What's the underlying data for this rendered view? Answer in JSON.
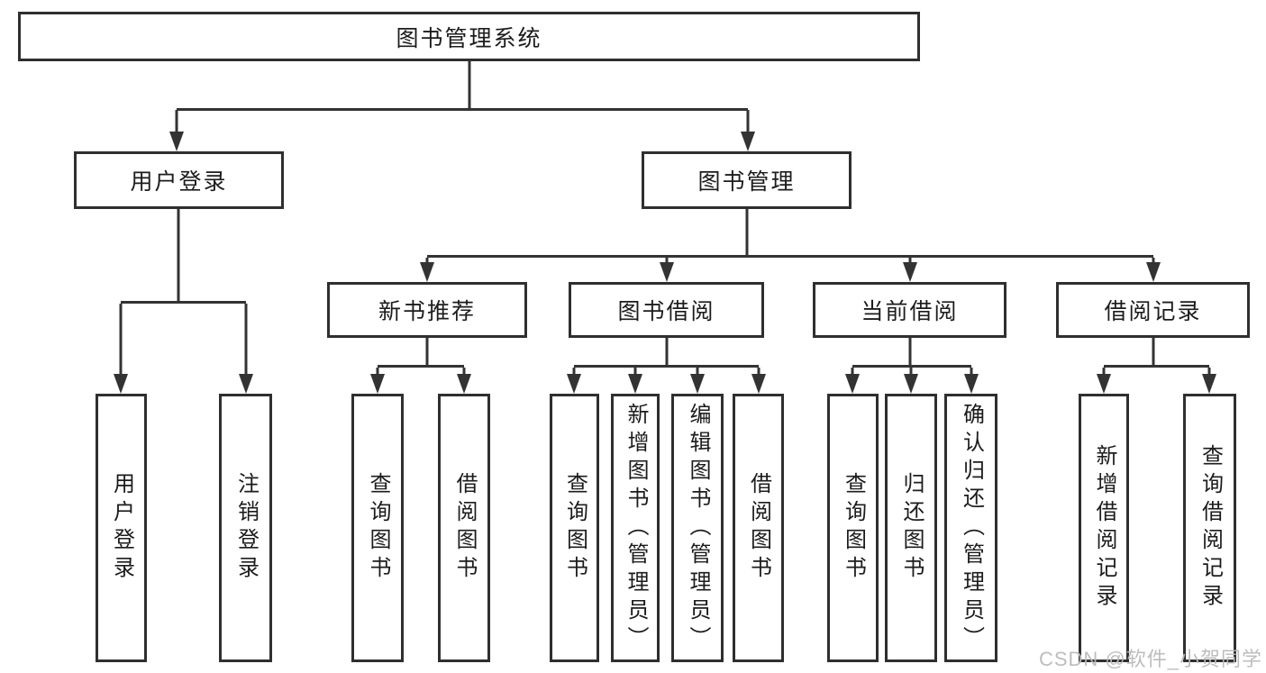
{
  "tree": {
    "label": "图书管理系统",
    "children": [
      {
        "label": "用户登录",
        "children": [
          {
            "label": "用户登录"
          },
          {
            "label": "注销登录"
          }
        ]
      },
      {
        "label": "图书管理",
        "children": [
          {
            "label": "新书推荐",
            "children": [
              {
                "label": "查询图书"
              },
              {
                "label": "借阅图书"
              }
            ]
          },
          {
            "label": "图书借阅",
            "children": [
              {
                "label": "查询图书"
              },
              {
                "label": "新增图书（管理员）"
              },
              {
                "label": "编辑图书（管理员）"
              },
              {
                "label": "借阅图书"
              }
            ]
          },
          {
            "label": "当前借阅",
            "children": [
              {
                "label": "查询图书"
              },
              {
                "label": "归还图书"
              },
              {
                "label": "确认归还（管理员）"
              }
            ]
          },
          {
            "label": "借阅记录",
            "children": [
              {
                "label": "新增借阅记录"
              },
              {
                "label": "查询借阅记录"
              }
            ]
          }
        ]
      }
    ]
  },
  "colors": {
    "line": "#333333",
    "border": "#2f2f2f",
    "text": "#1c1c1c",
    "watermark": "#b9b9be"
  },
  "watermark": "CSDN @软件_小贺同学"
}
